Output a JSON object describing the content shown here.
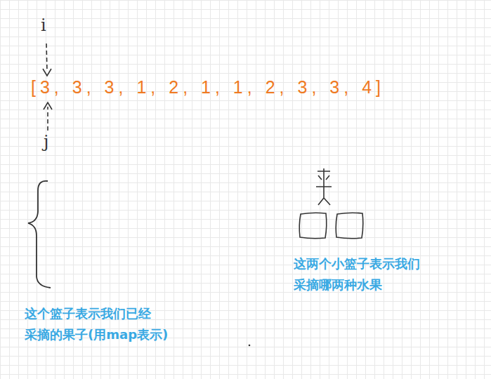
{
  "diagram": {
    "labels": [
      "i",
      "[3, 3, 3, 1, 2, 1, 1, 2, 3, 3, 4]",
      "j",
      "这个篮子表示我们已经 采摘的果子(用map表示)",
      "这两个小篮子表示我们 采摘哪两种水果"
    ]
  }
}
